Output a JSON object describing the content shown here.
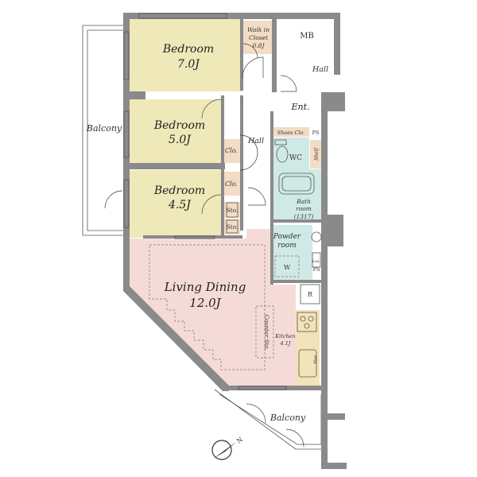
{
  "colors": {
    "bedroom": "#efe8b8",
    "living": "#f5dbd7",
    "wet": "#cfe9e6",
    "storage": "#f2dcc4",
    "wall": "#8a8a8a",
    "kitchen_counter": "#f2e3b8"
  },
  "rooms": {
    "bedroom1": {
      "name": "Bedroom",
      "size": "7.0J"
    },
    "bedroom2": {
      "name": "Bedroom",
      "size": "5.0J"
    },
    "bedroom3": {
      "name": "Bedroom",
      "size": "4.5J"
    },
    "living": {
      "name": "Living Dining",
      "size": "12.0J"
    },
    "walkin": {
      "line1": "Walk in",
      "line2": "Closet",
      "size": "0.8J"
    },
    "mb": "MB",
    "hall_upper": "Hall",
    "hall_inner": "Hall",
    "entrance": "Ent.",
    "shoes_closet": "Shoes Clo.",
    "ps_upper": "PS",
    "ps_lower": "PS",
    "wc": "WC",
    "shelf": "Shelf",
    "bathroom": {
      "line1": "Bath",
      "line2": "room",
      "line3": "(1317)"
    },
    "powder": {
      "line1": "Powder",
      "line2": "room"
    },
    "washer": "W",
    "laundry": "Lau.",
    "closet1": "Clo.",
    "closet2": "Clo.",
    "storage1": "Sto.",
    "storage2": "Sto.",
    "refrigerator": "R",
    "counter": "Counter Sto.",
    "kitchen": {
      "line1": "Kitchen",
      "line2": "4.1J"
    },
    "microwave": "Mwe",
    "balcony_side": "Balcony",
    "balcony_bottom": "Balcony"
  },
  "compass": {
    "label": "N"
  }
}
